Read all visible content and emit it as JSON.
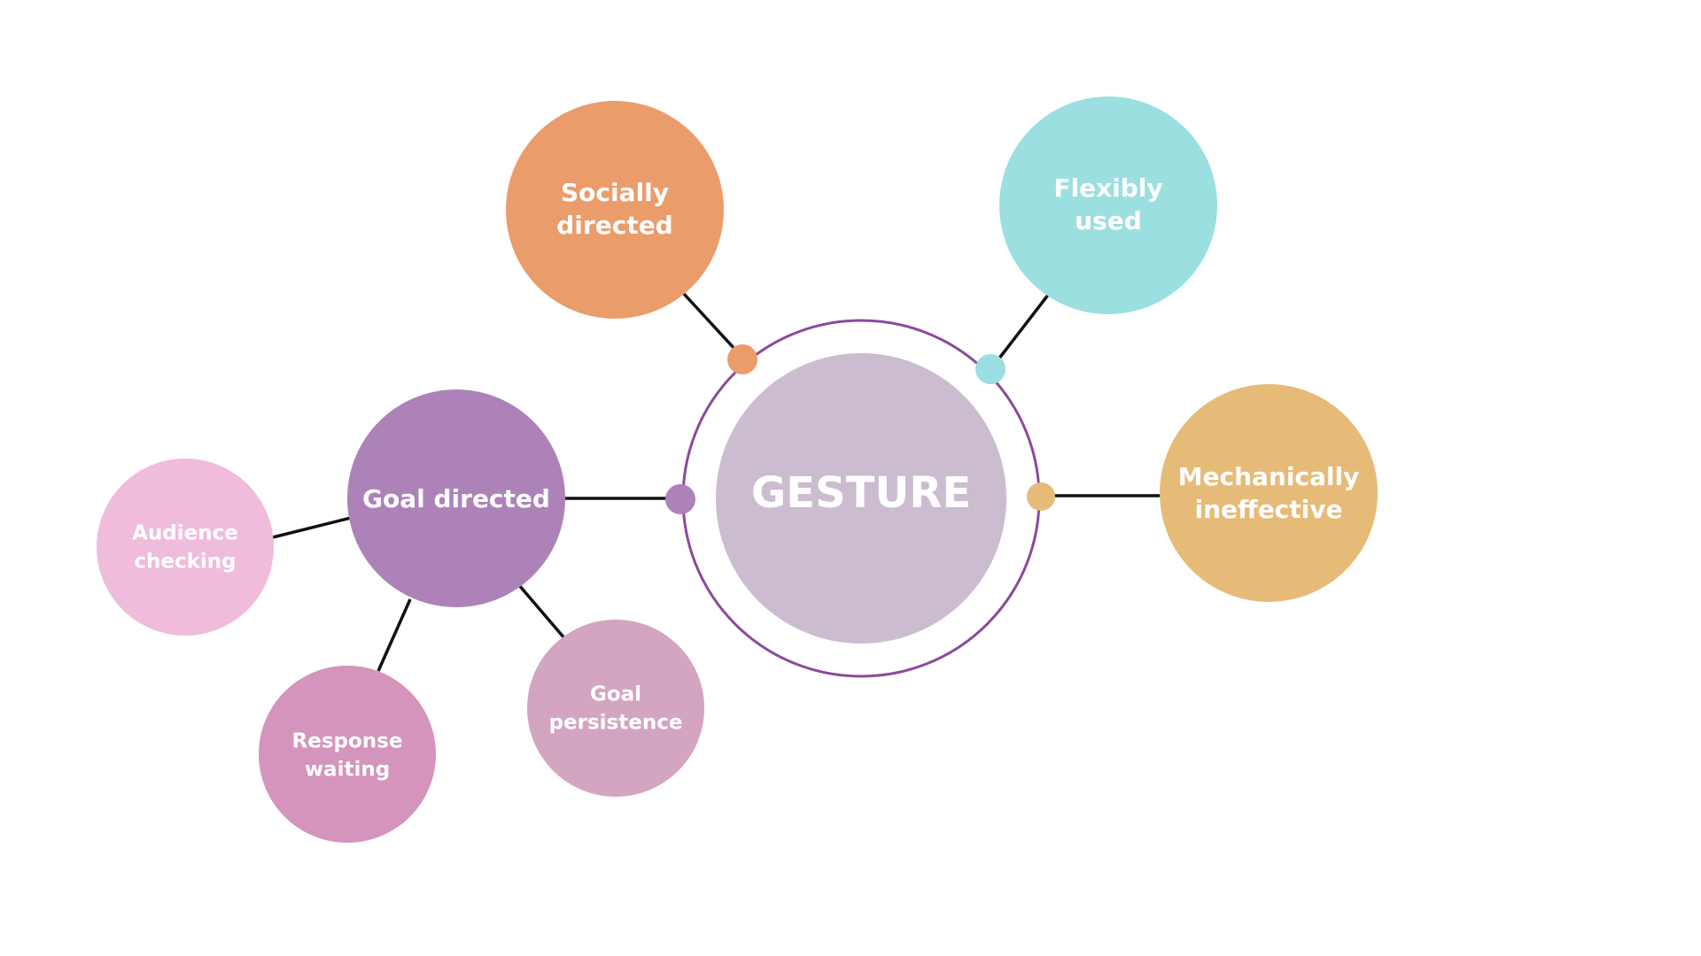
{
  "colors": {
    "center": "#cbbccf",
    "ring": "#8b4a9c",
    "socially_directed": "#eb9c6b",
    "flexibly_used": "#9bdfe0",
    "mechanically_ineffective": "#e6bb78",
    "goal_directed": "#ad82b9",
    "audience_checking": "#f0bcdc",
    "response_waiting": "#d494bb",
    "goal_persistence": "#d3a5c0",
    "connector": "#111111"
  },
  "center": {
    "label": "GESTURE"
  },
  "nodes": {
    "socially_directed": {
      "line1": "Socially",
      "line2": "directed"
    },
    "flexibly_used": {
      "line1": "Flexibly",
      "line2": "used"
    },
    "mechanically_ineffective": {
      "line1": "Mechanically",
      "line2": "ineffective"
    },
    "goal_directed": {
      "label": "Goal directed"
    },
    "audience_checking": {
      "line1": "Audience",
      "line2": "checking"
    },
    "response_waiting": {
      "line1": "Response",
      "line2": "waiting"
    },
    "goal_persistence": {
      "line1": "Goal",
      "line2": "persistence"
    }
  }
}
